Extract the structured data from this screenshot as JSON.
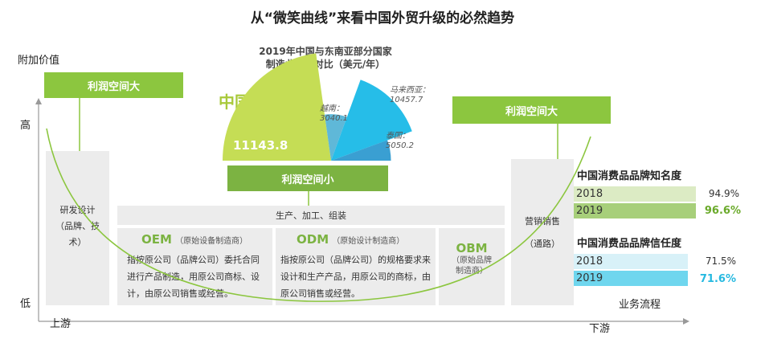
{
  "title": "从“微笑曲线”来看中国外贸升级的必然趋势",
  "y_axis": {
    "label": "附加价值",
    "high": "高",
    "low": "低"
  },
  "x_axis": {
    "label": "业务流程",
    "start": "上游",
    "end": "下游"
  },
  "profit_large_left": "利润空间大",
  "profit_large_right": "利润空间大",
  "profit_small": "利润空间小",
  "wage_chart": {
    "title_line1": "2019年中国与东南亚部分国家",
    "title_line2": "制造业工资对比（美元/年）",
    "china_label": "中国：",
    "countries": [
      {
        "name": "中国",
        "label": "11143.8",
        "value": 11143.8,
        "color": "#c5dd55"
      },
      {
        "name": "越南：",
        "label": "3040.1",
        "value": 3040.1,
        "color": "#5fb8d8"
      },
      {
        "name": "马来西亚：",
        "label": "10457.7",
        "value": 10457.7,
        "color": "#26bde8"
      },
      {
        "name": "泰国：",
        "label": "5050.2",
        "value": 5050.2,
        "color": "#3a9fd2"
      }
    ]
  },
  "rd_panel": {
    "line1": "研发设计",
    "line2": "（品牌、技",
    "line3": "术）"
  },
  "marketing_panel": {
    "line1": "营销销售",
    "line2": "（通路）"
  },
  "production_header": "生产、加工、组装",
  "oem": {
    "abbr": "OEM",
    "full": "（原始设备制造商）",
    "desc": [
      "指按原公司（品牌公司）委托合同",
      "进行产品制造，用原公司商标、设",
      "计，由原公司销售或经营。"
    ]
  },
  "odm": {
    "abbr": "ODM",
    "full": "（原始设计制造商）",
    "desc": [
      "指按原公司（品牌公司）的规格要求来",
      "设计和生产产品，用原公司的商标，由",
      "原公司销售或经营。"
    ]
  },
  "obm": {
    "abbr": "OBM",
    "full1": "（原始品牌",
    "full2": "制造商）"
  },
  "brand_awareness": {
    "title": "中国消费品品牌知名度",
    "rows": [
      {
        "year": "2018",
        "pct": "94.9%",
        "value": 94.9
      },
      {
        "year": "2019",
        "pct": "96.6%",
        "value": 96.6
      }
    ]
  },
  "brand_trust": {
    "title": "中国消费品品牌信任度",
    "rows": [
      {
        "year": "2018",
        "pct": "71.5%",
        "value": 71.5
      },
      {
        "year": "2019",
        "pct": "71.6%",
        "value": 71.6
      }
    ]
  },
  "colors": {
    "green": "#8cc63f",
    "green_dark": "#7cb342",
    "green_light": "#dcebc4",
    "blue": "#26c6e8",
    "blue_light": "#d8f1f8",
    "gray": "#ececec"
  }
}
